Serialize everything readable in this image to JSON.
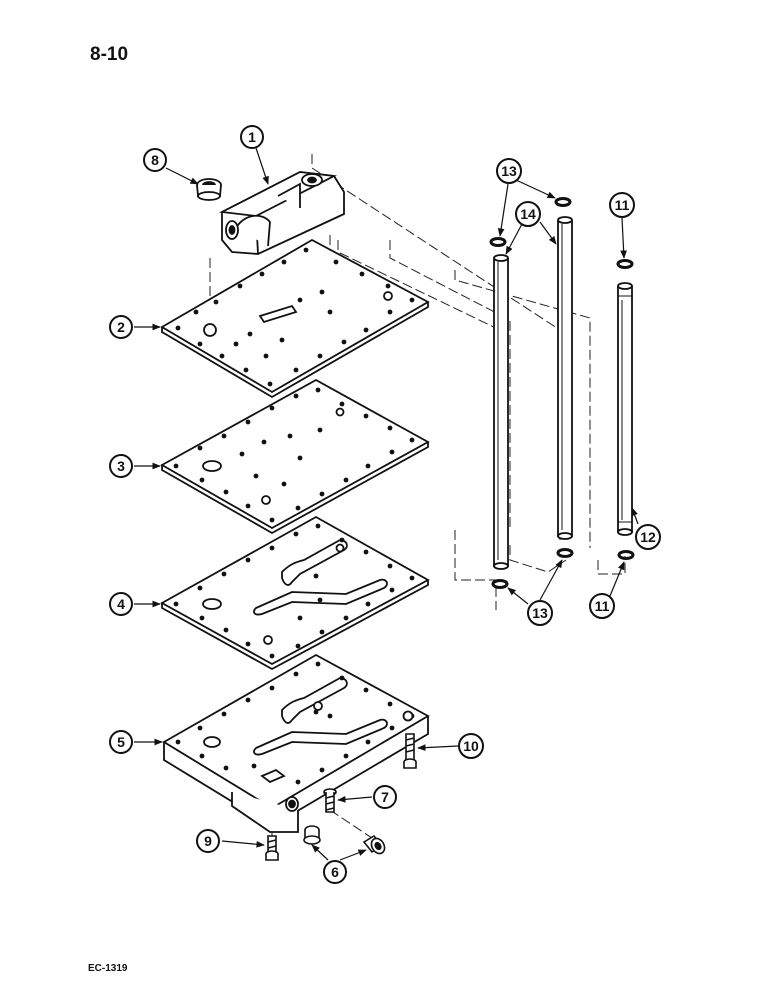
{
  "page_number": "8-10",
  "document_code": "EC-1319",
  "callouts": {
    "c1": "1",
    "c2": "2",
    "c3": "3",
    "c4": "4",
    "c5": "5",
    "c6": "6",
    "c7": "7",
    "c8": "8",
    "c9": "9",
    "c10": "10",
    "c11a": "11",
    "c11b": "11",
    "c12": "12",
    "c13a": "13",
    "c13b": "13",
    "c14": "14"
  }
}
